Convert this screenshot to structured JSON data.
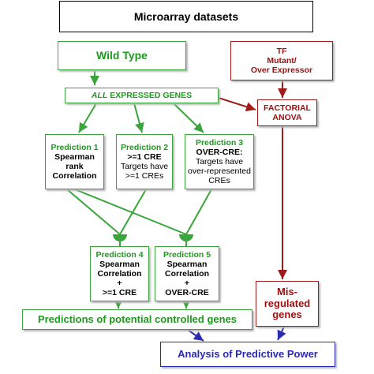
{
  "header": {
    "title": "Microarray datasets"
  },
  "wild_type": {
    "label": "Wild Type"
  },
  "tf_mutant": {
    "line1": "TF",
    "line2": "Mutant/",
    "line3": "Over Expressor"
  },
  "all_expressed": {
    "prefix": "ALL",
    "suffix": " EXPRESSED GENES"
  },
  "factorial": {
    "line1": "FACTORIAL",
    "line2": "ANOVA"
  },
  "prediction1": {
    "title": "Prediction 1",
    "line1": "Spearman",
    "line2": "rank",
    "line3": "Correlation"
  },
  "prediction2": {
    "title": "Prediction 2",
    "line1": ">=1 CRE",
    "line2": "Targets have",
    "line3": ">=1 CREs"
  },
  "prediction3": {
    "title": "Prediction 3",
    "line1": "OVER-CRE:",
    "line2": "Targets have",
    "line3": "over-represented",
    "line4": "CREs"
  },
  "prediction4": {
    "title": "Prediction 4",
    "line1": "Spearman",
    "line2": "Correlation",
    "line3": "+",
    "line4": ">=1 CRE"
  },
  "prediction5": {
    "title": "Prediction 5",
    "line1": "Spearman",
    "line2": "Correlation",
    "line3": "+",
    "line4": "OVER-CRE"
  },
  "predictions_output": {
    "label": "Predictions of potential controlled genes"
  },
  "misregulated": {
    "line1": "Mis-regulated",
    "line2": "genes"
  },
  "analysis": {
    "label": "Analysis of Predictive Power"
  },
  "colors": {
    "green": "#3aa53a",
    "green_text": "#1e9a1e",
    "red": "#a01a1a",
    "blue": "#2b2bb0",
    "black": "#000000"
  }
}
